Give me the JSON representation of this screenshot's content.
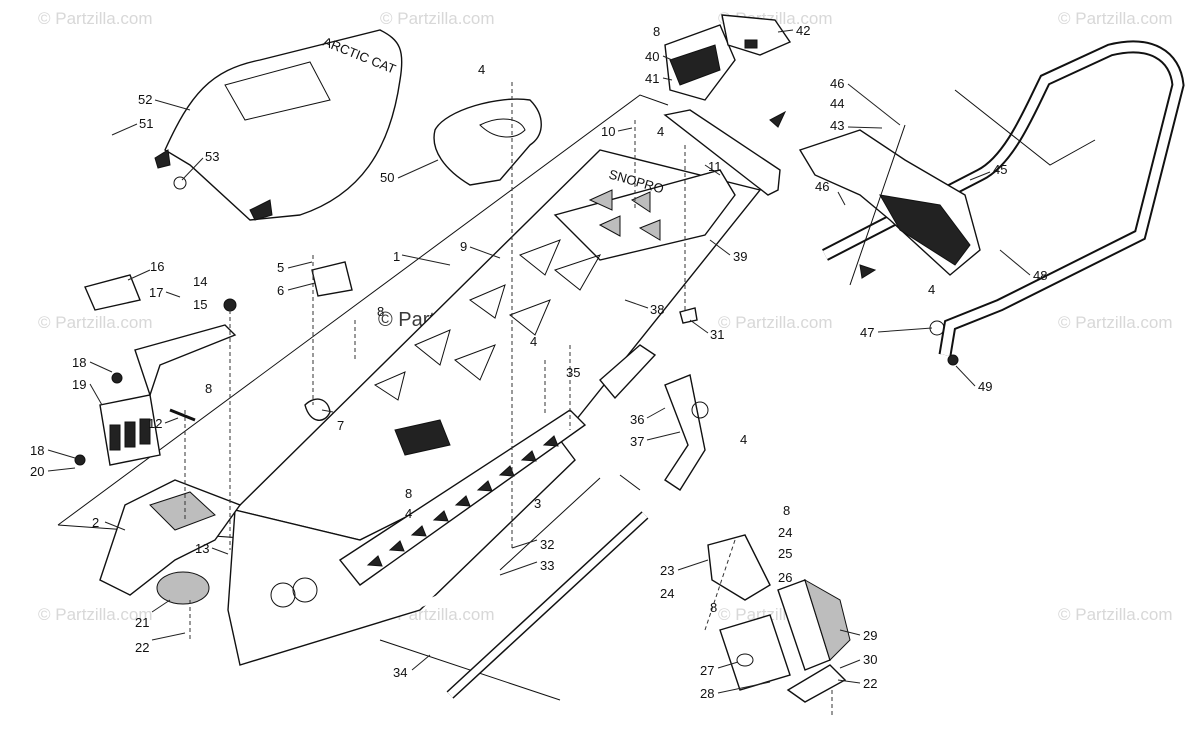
{
  "watermark": "© Partzilla.com",
  "center_watermark": "© Partzilla.com",
  "callouts": [
    "1",
    "2",
    "3",
    "4",
    "4",
    "4",
    "4",
    "4",
    "4",
    "5",
    "6",
    "7",
    "8",
    "8",
    "8",
    "8",
    "8",
    "8",
    "9",
    "10",
    "11",
    "12",
    "13",
    "14",
    "15",
    "16",
    "17",
    "18",
    "18",
    "19",
    "20",
    "21",
    "22",
    "22",
    "23",
    "24",
    "24",
    "25",
    "26",
    "27",
    "28",
    "29",
    "30",
    "31",
    "32",
    "33",
    "34",
    "35",
    "36",
    "37",
    "38",
    "39",
    "40",
    "41",
    "42",
    "43",
    "44",
    "45",
    "46",
    "46",
    "47",
    "48",
    "49",
    "50",
    "51",
    "52",
    "53"
  ],
  "decals": {
    "tunnel_decal": "SNOPRO",
    "seat_decal": "ARCTIC CAT"
  }
}
